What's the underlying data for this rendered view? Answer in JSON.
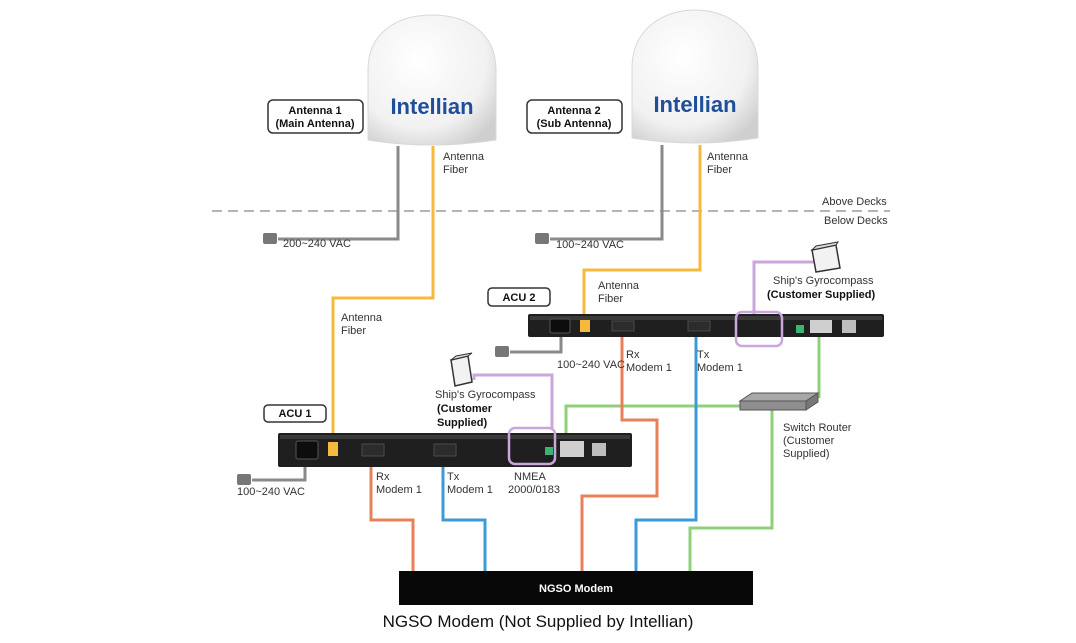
{
  "antenna1": {
    "brand": "Intellian",
    "title": "Antenna 1",
    "subtitle": "(Main Antenna)",
    "fiber_line1": "Antenna",
    "fiber_line2": "Fiber",
    "power": "200~240 VAC"
  },
  "antenna2": {
    "brand": "Intellian",
    "title": "Antenna 2",
    "subtitle": "(Sub Antenna)",
    "fiber_line1": "Antenna",
    "fiber_line2": "Fiber",
    "power": "100~240 VAC"
  },
  "deck": {
    "above": "Above Decks",
    "below": "Below Decks"
  },
  "acu1": {
    "title": "ACU 1",
    "fiber_line1": "Antenna",
    "fiber_line2": "Fiber",
    "power": "100~240 VAC",
    "rx_line1": "Rx",
    "rx_line2": "Modem 1",
    "tx_line1": "Tx",
    "tx_line2": "Modem 1",
    "nmea_line1": "NMEA",
    "nmea_line2": "2000/0183"
  },
  "acu2": {
    "title": "ACU 2",
    "fiber_line1": "Antenna",
    "fiber_line2": "Fiber",
    "power": "100~240 VAC",
    "rx_line1": "Rx",
    "rx_line2": "Modem 1",
    "tx_line1": "Tx",
    "tx_line2": "Modem 1"
  },
  "gyro1": {
    "line1": "Ship's Gyrocompass",
    "line2": "(Customer",
    "line3": "Supplied)"
  },
  "gyro2": {
    "line1": "Ship's Gyrocompass",
    "line2": "(Customer Supplied)"
  },
  "switch": {
    "line1": "Switch Router",
    "line2": "(Customer",
    "line3": "Supplied)"
  },
  "modem": {
    "label": "NGSO Modem"
  },
  "caption": "NGSO Modem (Not Supplied by Intellian)",
  "colors": {
    "fiber": "#f5b93e",
    "power": "#8a8a8a",
    "rx": "#e8805a",
    "tx": "#3c9bd6",
    "lan": "#8fd07a",
    "gyro": "#c9a6dc",
    "brand": "#1f4f9a"
  }
}
